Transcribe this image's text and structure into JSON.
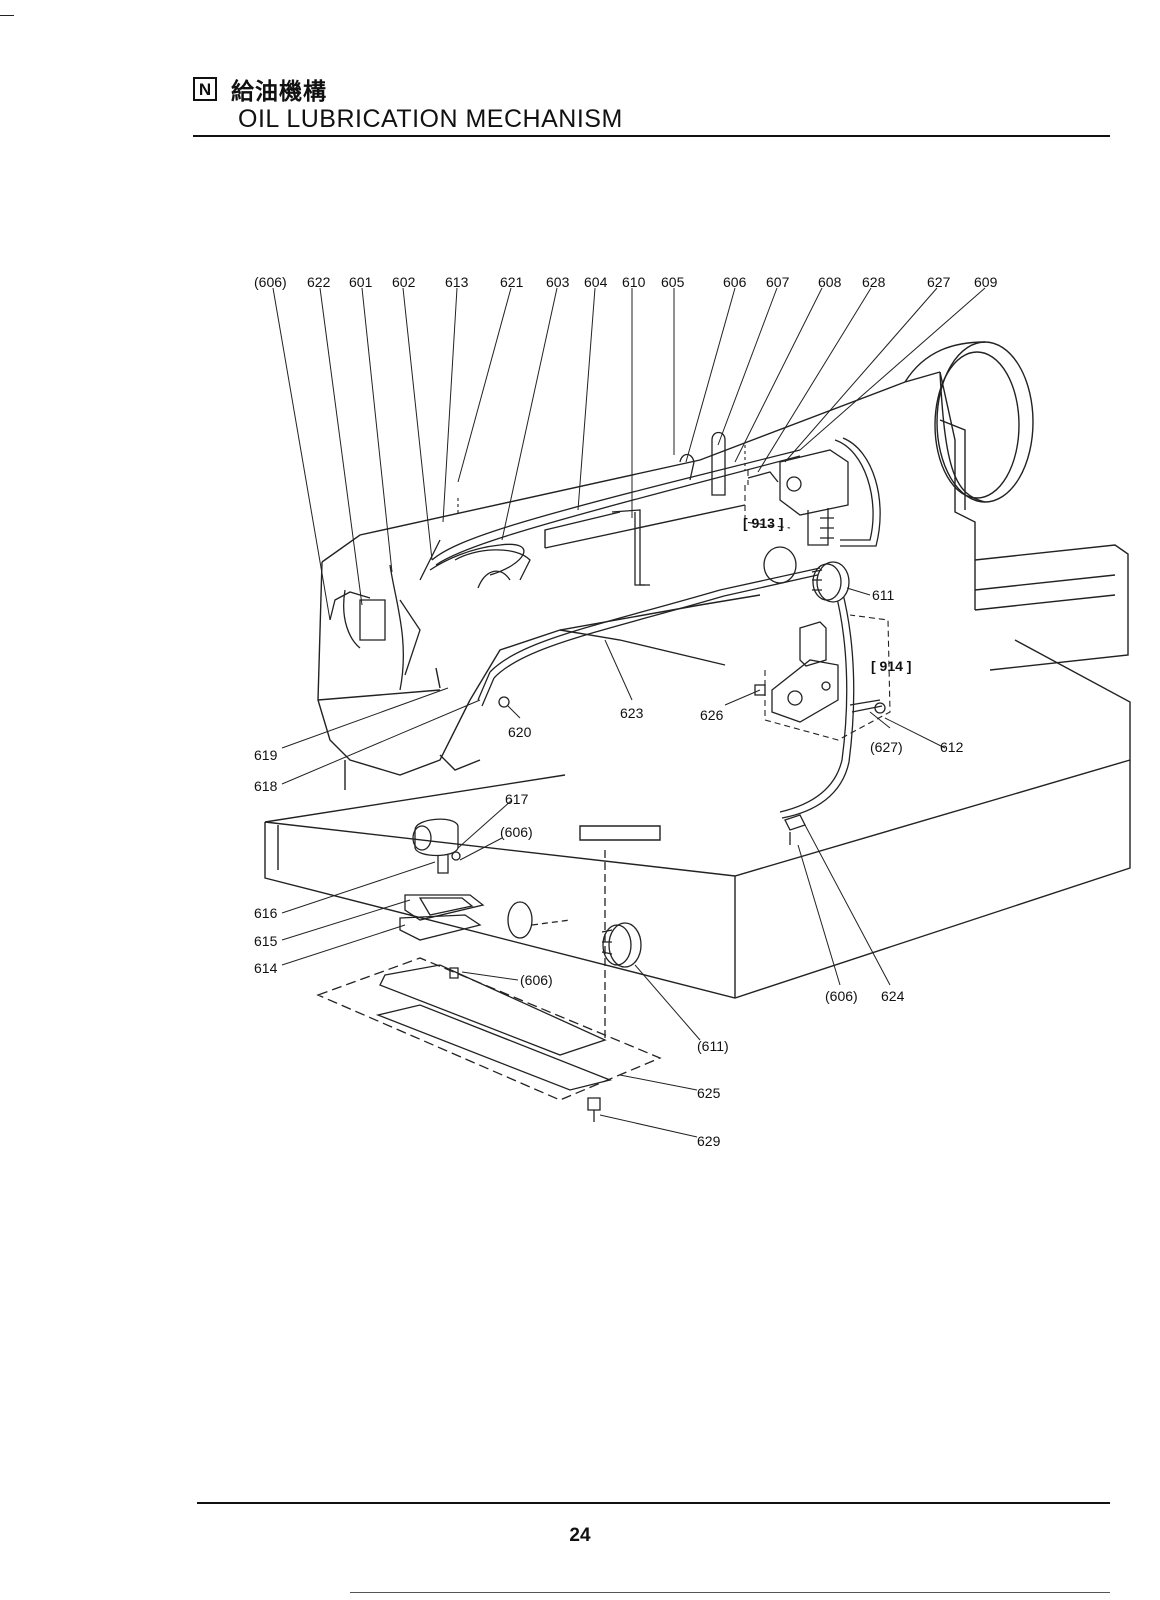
{
  "section": {
    "badge": "N",
    "title_jp": "給油機構",
    "title_en": "OIL LUBRICATION MECHANISM"
  },
  "footer": {
    "page_number": "24"
  },
  "callouts": {
    "top_row": [
      "(606)",
      "622",
      "601",
      "602",
      "613",
      "621",
      "603",
      "604",
      "610",
      "605",
      "606",
      "607",
      "608",
      "628",
      "627",
      "609"
    ],
    "assembly_913": "[ 913 ]",
    "assembly_914": "[ 914 ]",
    "c611": "611",
    "c623": "623",
    "c626": "626",
    "c620": "620",
    "c627p": "(627)",
    "c612": "612",
    "c619": "619",
    "c618": "618",
    "c617": "617",
    "c606a": "(606)",
    "c616": "616",
    "c615": "615",
    "c614": "614",
    "c606b": "(606)",
    "c606c": "(606)",
    "c624": "624",
    "c611p": "(611)",
    "c625": "625",
    "c629": "629"
  }
}
